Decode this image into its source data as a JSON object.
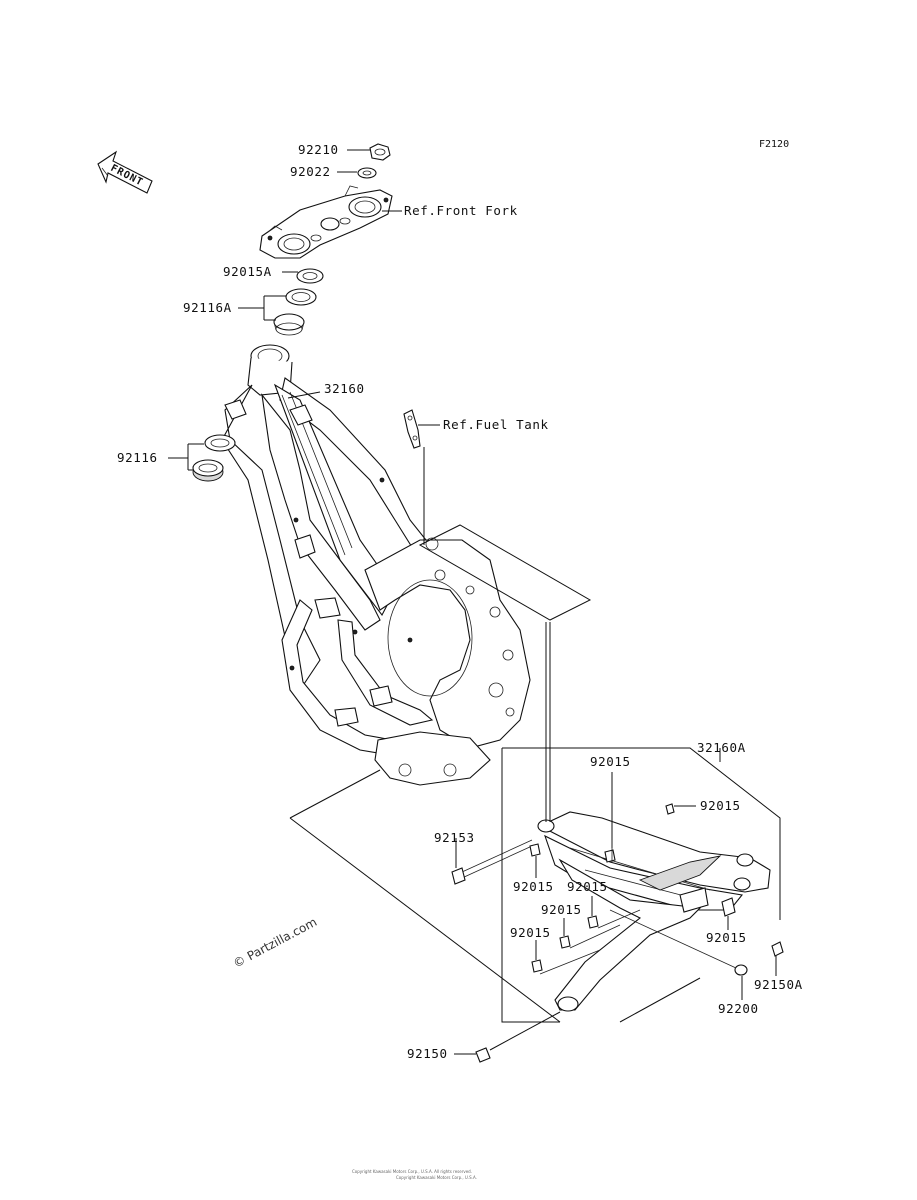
{
  "figure_code": "F2120",
  "front_arrow_text": "FRONT",
  "watermark": "© Partzilla.com",
  "footer_text": [
    "Copyright Kawasaki Motors Corp., U.S.A. All rights reserved.",
    "Copyright Kawasaki Motors Corp., U.S.A."
  ],
  "labels": {
    "p92210": "92210",
    "p92022": "92022",
    "ref_front_fork": "Ref.Front Fork",
    "p92015A": "92015A",
    "p92116A": "92116A",
    "p32160": "32160",
    "ref_fuel_tank": "Ref.Fuel Tank",
    "p92116": "92116",
    "p32160A": "32160A",
    "p92015_top": "92015",
    "p92015_right_top": "92015",
    "p92153": "92153",
    "p92015_mid_left": "92015",
    "p92015_mid": "92015",
    "p92015_lower": "92015",
    "p92015_right": "92015",
    "p92015_bottom_left": "92015",
    "p92150A": "92150A",
    "p92200": "92200",
    "p92150": "92150"
  }
}
